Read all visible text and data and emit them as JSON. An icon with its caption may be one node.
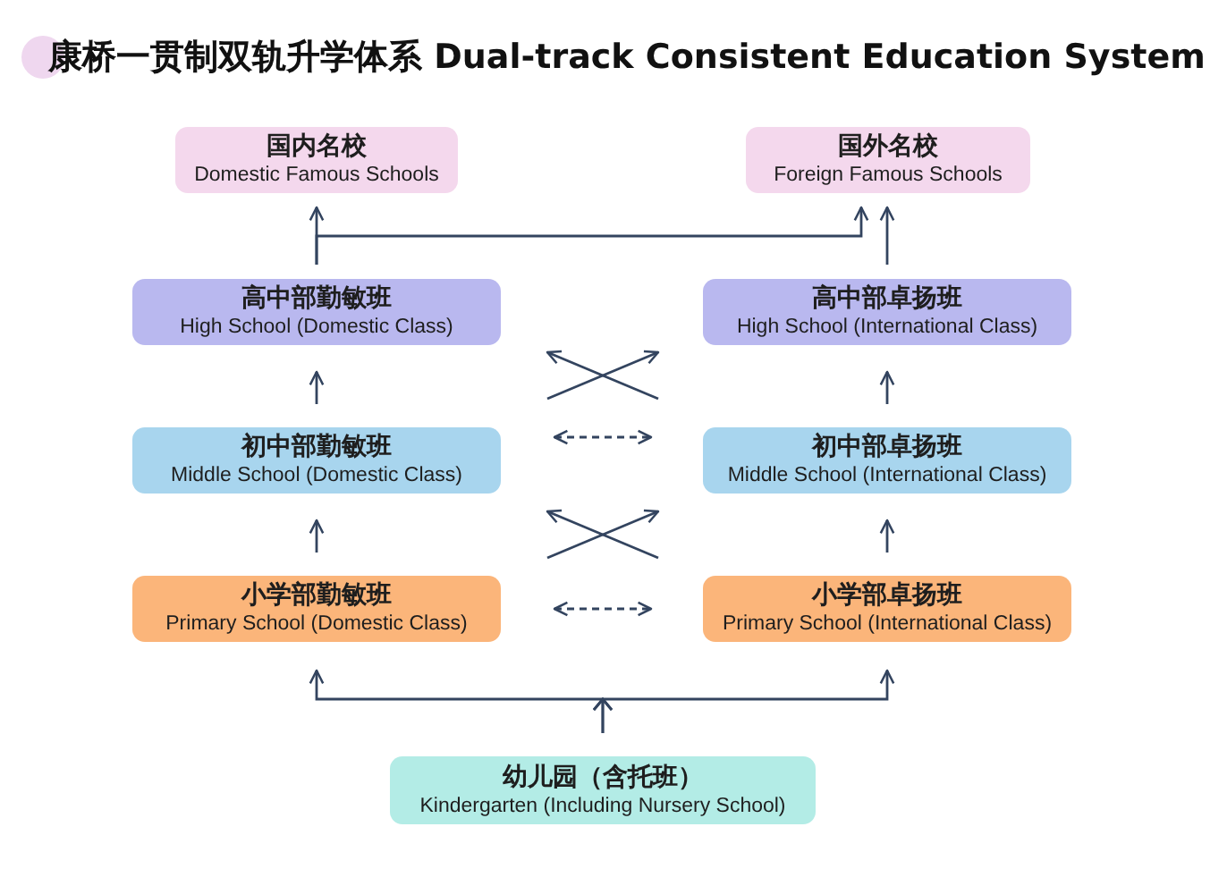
{
  "diagram": {
    "title": "康桥一贯制双轨升学体系 Dual-track Consistent Education System",
    "nodes": [
      {
        "text": [
          "国内名校",
          "Domestic Famous Schools"
        ]
      },
      {
        "text": [
          "国外名校",
          "Foreign Famous Schools"
        ]
      },
      {
        "text": [
          "高中部勤敏班",
          "High School (Domestic Class)"
        ]
      },
      {
        "text": [
          "高中部卓扬班",
          "High School (International Class)"
        ]
      },
      {
        "text": [
          "初中部勤敏班",
          "Middle School (Domestic Class)"
        ]
      },
      {
        "text": [
          "初中部卓扬班",
          "Middle School (International Class)"
        ]
      },
      {
        "text": [
          "小学部勤敏班",
          "Primary School (Domestic Class)"
        ]
      },
      {
        "text": [
          "小学部卓扬班",
          "Primary School (International Class)"
        ]
      },
      {
        "text": [
          "幼儿园（含托班）",
          "Kindergarten (Including Nursery School)"
        ]
      }
    ],
    "edges": [
      {
        "from": 2,
        "to": 0,
        "arrow": "to"
      },
      {
        "from": 2,
        "to": 1,
        "arrow": "to"
      },
      {
        "from": 3,
        "to": 1,
        "arrow": "to"
      },
      {
        "from": 4,
        "to": 2,
        "arrow": "to"
      },
      {
        "from": 5,
        "to": 3,
        "arrow": "to"
      },
      {
        "from": 4,
        "to": 3,
        "arrow": "to"
      },
      {
        "from": 5,
        "to": 2,
        "arrow": "to"
      },
      {
        "from": 4,
        "to": 5,
        "arrow": "both",
        "style": "dashed"
      },
      {
        "from": 6,
        "to": 4,
        "arrow": "to"
      },
      {
        "from": 7,
        "to": 5,
        "arrow": "to"
      },
      {
        "from": 6,
        "to": 5,
        "arrow": "to"
      },
      {
        "from": 7,
        "to": 4,
        "arrow": "to"
      },
      {
        "from": 6,
        "to": 7,
        "arrow": "both",
        "style": "dashed"
      },
      {
        "from": 8,
        "to": 6,
        "arrow": "to"
      },
      {
        "from": 8,
        "to": 7,
        "arrow": "to"
      }
    ]
  }
}
